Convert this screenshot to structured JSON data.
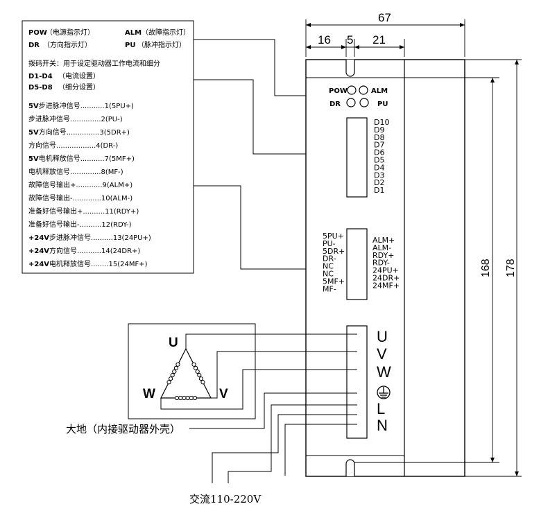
{
  "legend": {
    "pow_label": "POW",
    "pow_desc": "（电源指示灯）",
    "alm_label": "ALM",
    "alm_desc": "（故障指示灯）",
    "dr_label": "DR",
    "dr_desc": "（方向指示灯）",
    "pu_label": "PU",
    "pu_desc": "（脉冲指示灯）",
    "dip_desc": "拨码开关：用于设定驱动器工作电流和细分",
    "d1d4_label": "D1-D4",
    "d1d4_desc": "（电流设置）",
    "d5d8_label": "D5-D8",
    "d5d8_desc": "（细分设置）",
    "signals": [
      {
        "prefix": "5V",
        "text": "步进脉冲信号",
        "dots": "...........",
        "pin": "1(5PU+)"
      },
      {
        "prefix": "",
        "text": "步进脉冲信号",
        "dots": "..............",
        "pin": "2(PU-)"
      },
      {
        "prefix": "5V",
        "text": "方向信号",
        "dots": "...............",
        "pin": "3(5DR+)"
      },
      {
        "prefix": "",
        "text": "方向信号",
        "dots": "..................",
        "pin": "4(DR-)"
      },
      {
        "prefix": "5V",
        "text": "电机释放信号",
        "dots": "...........",
        "pin": "7(5MF+)"
      },
      {
        "prefix": "",
        "text": "电机释放信号",
        "dots": "..............",
        "pin": "8(MF-)"
      },
      {
        "prefix": "",
        "text": "故障信号输出+",
        "dots": "............",
        "pin": "9(ALM+)"
      },
      {
        "prefix": "",
        "text": "故障信号输出-",
        "dots": ".............",
        "pin": "10(ALM-)"
      },
      {
        "prefix": "",
        "text": "准备好信号输出+",
        "dots": "..........",
        "pin": "11(RDY+)"
      },
      {
        "prefix": "",
        "text": "准备好信号输出-",
        "dots": "..........",
        "pin": "12(RDY-)"
      },
      {
        "prefix": "+24V",
        "text": "步进脉冲信号",
        "dots": "..........",
        "pin": "13(24PU+)"
      },
      {
        "prefix": "+24V",
        "text": "方向信号",
        "dots": "...........",
        "pin": "14(24DR+)"
      },
      {
        "prefix": "+24V",
        "text": "电机释放信号",
        "dots": "........",
        "pin": "15(24MF+)"
      }
    ]
  },
  "panel": {
    "led_pow": "POW",
    "led_alm": "ALM",
    "led_dr": "DR",
    "led_pu": "PU",
    "dip_labels": [
      "D10",
      "D9",
      "D8",
      "D7",
      "D6",
      "D5",
      "D4",
      "D3",
      "D2",
      "D1"
    ],
    "signal_left": [
      "5PU+",
      "PU-",
      "5DR+",
      "DR-",
      "NC",
      "NC",
      "5MF+",
      "MF-"
    ],
    "signal_right": [
      "ALM+",
      "ALM-",
      "RDY+",
      "RDY-",
      "24PU+",
      "24DR+",
      "24MF+"
    ],
    "power_terminals": [
      "U",
      "V",
      "W",
      "⏚",
      "L",
      "N"
    ]
  },
  "motor": {
    "u": "U",
    "v": "V",
    "w": "W"
  },
  "dimensions": {
    "total_width": "67",
    "seg1": "16",
    "seg2": "5",
    "seg3": "21",
    "inner_height": "168",
    "outer_height": "178"
  },
  "captions": {
    "ground": "大地（内接驱动器外壳）",
    "ac": "交流110-220V"
  }
}
